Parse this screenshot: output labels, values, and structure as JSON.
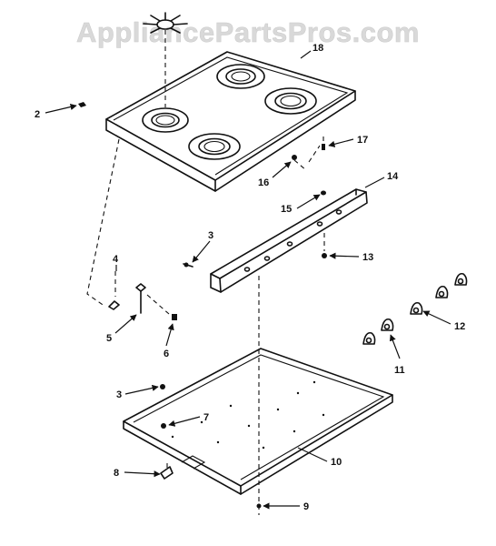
{
  "watermark": {
    "text": "AppliancePartsPros.com"
  },
  "callouts": {
    "c2": "2",
    "c3a": "3",
    "c3b": "3",
    "c4": "4",
    "c5": "5",
    "c6": "6",
    "c7": "7",
    "c8": "8",
    "c9": "9",
    "c10": "10",
    "c11": "11",
    "c12": "12",
    "c13": "13",
    "c14": "14",
    "c15": "15",
    "c16": "16",
    "c17": "17",
    "c18": "18"
  }
}
